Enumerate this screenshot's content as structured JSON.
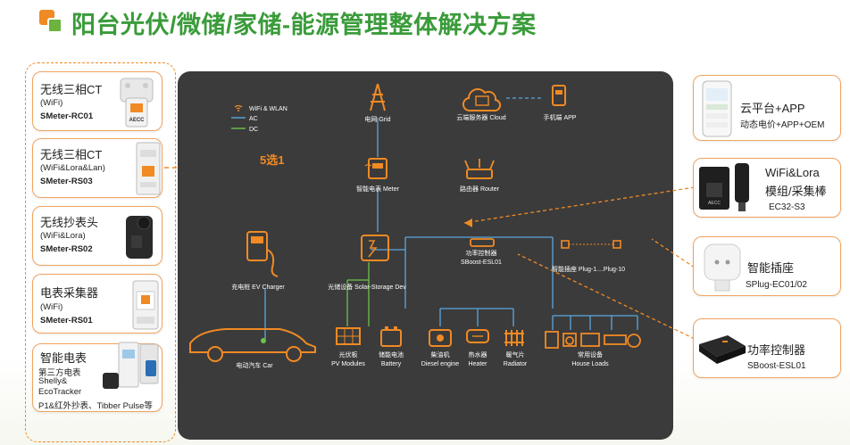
{
  "title": "阳台光伏/微储/家储-能源管理整体解决方案",
  "left_devices": [
    {
      "name": "无线三相CT",
      "comm": "(WiFi)",
      "model": "SMeter-RC01"
    },
    {
      "name": "无线三相CT",
      "comm": "(WiFi&Lora&Lan)",
      "model": "SMeter-RS03"
    },
    {
      "name": "无线抄表头",
      "comm": "(WiFi&Lora)",
      "model": "SMeter-RS02"
    },
    {
      "name": "电表采集器",
      "comm": "(WiFi)",
      "model": "SMeter-RS01"
    },
    {
      "name": "智能电表",
      "line1": "第三方电表",
      "line2": "Shelly&",
      "line3": "EcoTracker",
      "line4": "P1&红外抄表、Tibber Pulse等"
    }
  ],
  "choose_label": "5选1",
  "legend": {
    "wifi": "WiFi & WLAN",
    "ac": "AC",
    "dc": "DC"
  },
  "nodes": {
    "grid": "电网 Grid",
    "cloud": "云端服务器 Cloud",
    "app": "手机端 APP",
    "meter": "智能电表 Meter",
    "router": "路由器 Router",
    "charger": "充电桩 EV Charger",
    "storage": "光储设备 Solar-Storage Dev",
    "controller_1": "功率控制器",
    "controller_2": "SBoost-ESL01",
    "plugs": "智能插座 Plug-1....Plug-10",
    "car": "电动汽车 Car",
    "pv_1": "光伏板",
    "pv_2": "PV Modules",
    "battery_1": "储能电池",
    "battery_2": "Battery",
    "diesel_1": "柴油机",
    "diesel_2": "Diesel engine",
    "heater_1": "热水器",
    "heater_2": "Heater",
    "radiator_1": "暖气片",
    "radiator_2": "Radiator",
    "loads_1": "常用设备",
    "loads_2": "House Loads"
  },
  "right_devices": [
    {
      "name": "云平台+APP",
      "desc": "动态电价+APP+OEM"
    },
    {
      "name_1": "WiFi&Lora",
      "name_2": "模组/采集棒",
      "model": "EC32-S3"
    },
    {
      "name": "智能插座",
      "model": "SPlug-EC01/02"
    },
    {
      "name": "功率控制器",
      "model": "SBoost-ESL01"
    }
  ],
  "brand": "AECC",
  "colors": {
    "orange": "#f08a24",
    "green": "#3a9b3a",
    "ac_line": "#5aa7e0",
    "dc_line": "#6cc24a",
    "panel": "#3b3b3b"
  }
}
